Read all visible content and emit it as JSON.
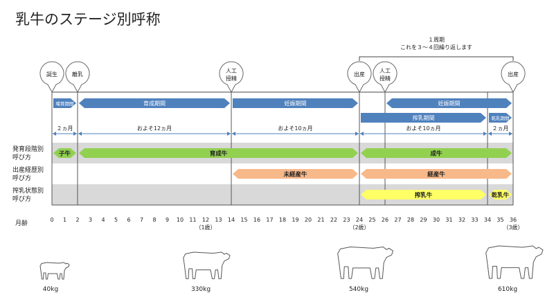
{
  "title": "乳牛のステージ別呼称",
  "cycle": {
    "line1": "１周期",
    "line2": "これを３～４回繰り返します"
  },
  "balloons": [
    {
      "month": 0,
      "lines": [
        "誕生"
      ]
    },
    {
      "month": 2,
      "lines": [
        "離乳"
      ]
    },
    {
      "month": 14,
      "lines": [
        "人工",
        "授精"
      ]
    },
    {
      "month": 24,
      "lines": [
        "出産"
      ]
    },
    {
      "month": 26,
      "lines": [
        "人工",
        "授精"
      ]
    },
    {
      "month": 36,
      "lines": [
        "出産"
      ]
    }
  ],
  "periods": [
    {
      "label": "哺育期間",
      "from": 0,
      "to": 2,
      "row": 1,
      "dir": "right"
    },
    {
      "label": "育成期間",
      "from": 2,
      "to": 14,
      "row": 1,
      "dir": "both"
    },
    {
      "label": "妊娠期間",
      "from": 14,
      "to": 24,
      "row": 1,
      "dir": "right"
    },
    {
      "label": "妊娠期間",
      "from": 26,
      "to": 36,
      "row": 1,
      "dir": "both"
    },
    {
      "label": "搾乳期間",
      "from": 24,
      "to": 34,
      "row": 2,
      "dir": "right"
    },
    {
      "label": "乾乳期間",
      "from": 34,
      "to": 36,
      "row": 2,
      "dir": "right"
    }
  ],
  "durations": [
    {
      "label": "２ヵ月",
      "from": 0,
      "to": 2
    },
    {
      "label": "およそ12ヵ月",
      "from": 2,
      "to": 14
    },
    {
      "label": "およそ10ヵ月",
      "from": 14,
      "to": 24
    },
    {
      "label": "およそ10ヵ月",
      "from": 24,
      "to": 34
    },
    {
      "label": "２ヵ月",
      "from": 34,
      "to": 36
    }
  ],
  "rows": [
    {
      "title": [
        "発育段階別",
        "呼び方"
      ],
      "shaded": true,
      "bars": [
        {
          "label": "子牛",
          "from": 0,
          "to": 2,
          "color": "#92d050"
        },
        {
          "label": "育成牛",
          "from": 2,
          "to": 24,
          "color": "#92d050"
        },
        {
          "label": "成牛",
          "from": 24,
          "to": 36,
          "color": "#92d050"
        }
      ]
    },
    {
      "title": [
        "出産経歴別",
        "呼び方"
      ],
      "shaded": false,
      "bars": [
        {
          "label": "未経産牛",
          "from": 14,
          "to": 24,
          "color": "#f8b98a"
        },
        {
          "label": "経産牛",
          "from": 24,
          "to": 36,
          "color": "#f8b98a"
        }
      ]
    },
    {
      "title": [
        "搾乳状態別",
        "呼び方"
      ],
      "shaded": true,
      "bars": [
        {
          "label": "搾乳牛",
          "from": 24,
          "to": 34,
          "color": "#ffff66"
        },
        {
          "label": "乾乳牛",
          "from": 34,
          "to": 36,
          "color": "#ffff66"
        }
      ]
    }
  ],
  "axis": {
    "label": "月齢",
    "ticks": [
      "0",
      "1",
      "2",
      "3",
      "4",
      "5",
      "6",
      "7",
      "8",
      "9",
      "10",
      "11",
      "12",
      "13",
      "14",
      "15",
      "16",
      "17",
      "18",
      "19",
      "20",
      "21",
      "22",
      "23",
      "24",
      "25",
      "26",
      "27",
      "28",
      "29",
      "30",
      "31",
      "32",
      "33",
      "34",
      "35",
      "36"
    ],
    "subs": [
      {
        "month": 12,
        "text": "（1歳）"
      },
      {
        "month": 24,
        "text": "（2歳）"
      },
      {
        "month": 36,
        "text": "（3歳）"
      }
    ]
  },
  "cows": [
    {
      "weight": "40kg",
      "size": "calf"
    },
    {
      "weight": "330kg",
      "size": "heifer"
    },
    {
      "weight": "540kg",
      "size": "cow"
    },
    {
      "weight": "610kg",
      "size": "cow"
    }
  ],
  "colors": {
    "period": "#4f81bd",
    "duration": "#4f81bd",
    "shade": "#d9d9d9",
    "grid": "#555555"
  }
}
